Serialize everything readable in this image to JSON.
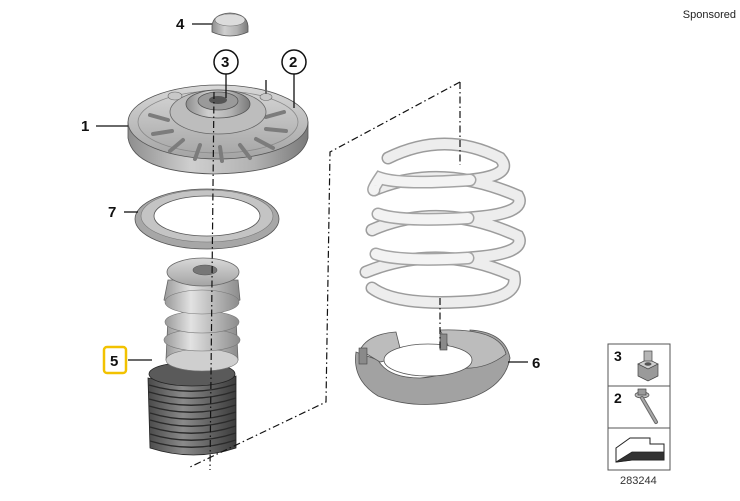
{
  "header": {
    "sponsored_label": "Sponsored"
  },
  "callouts": {
    "part_1": "1",
    "part_2": "2",
    "part_3": "3",
    "part_4": "4",
    "part_5": "5",
    "part_6": "6",
    "part_7": "7"
  },
  "legend": {
    "items": [
      {
        "label": "3",
        "icon": "hex-nut-icon"
      },
      {
        "label": "2",
        "icon": "flange-bolt-icon"
      }
    ],
    "arrow_icon": "direction-arrow-icon"
  },
  "diagram_code": "283244",
  "colors": {
    "highlight": "#f2c200",
    "part_gray": "#a8a8a8",
    "spring": "#e6e6e6"
  }
}
